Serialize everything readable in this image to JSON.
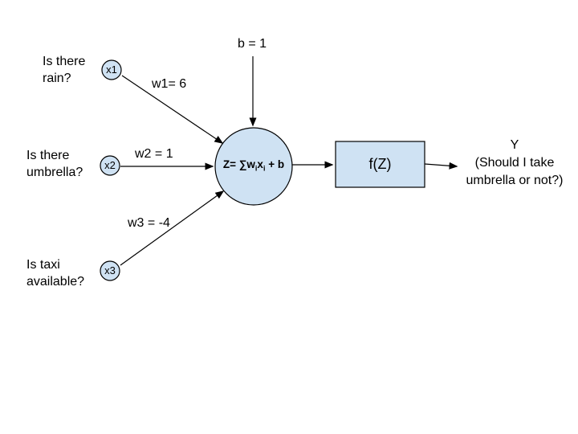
{
  "canvas": {
    "background": "#ffffff",
    "node_fill": "#cfe2f3",
    "stroke_color": "#000000"
  },
  "bias": {
    "label": "b = 1"
  },
  "inputs": [
    {
      "question_line1": "Is there",
      "question_line2": "rain?",
      "node": "x1",
      "weight": "w1= 6"
    },
    {
      "question_line1": "Is there",
      "question_line2": "umbrella?",
      "node": "x2",
      "weight": "w2 = 1"
    },
    {
      "question_line1": "Is taxi",
      "question_line2": "available?",
      "node": "x3",
      "weight": "w3 = -4"
    }
  ],
  "neuron": {
    "formula_prefix": "Z= ∑w",
    "formula_sub1": "i",
    "formula_mid": "x",
    "formula_sub2": "i",
    "formula_suffix": " + b"
  },
  "activation": {
    "label": "f(Z)"
  },
  "output": {
    "line1": "Y",
    "line2": "(Should I take",
    "line3": "umbrella or not?)"
  }
}
